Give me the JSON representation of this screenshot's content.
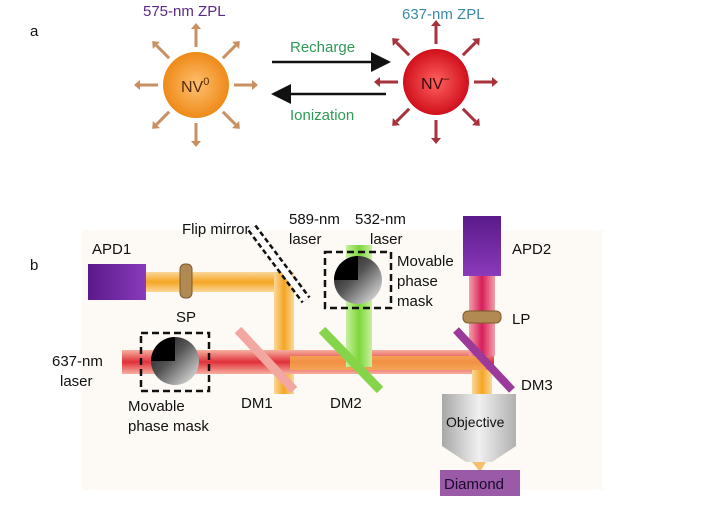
{
  "panel_a": {
    "letter": "a",
    "nv0": {
      "label": "NV",
      "superscript": "0",
      "zpl": "575-nm ZPL",
      "color": "#f0901e",
      "zpl_color": "#5a2a86"
    },
    "nvminus": {
      "label": "NV",
      "superscript": "–",
      "zpl": "637-nm ZPL",
      "color": "#e02030",
      "zpl_color": "#3a8aa8"
    },
    "arrow_forward": "Recharge",
    "arrow_backward": "Ionization",
    "arrow_text_color": "#2e9a55"
  },
  "panel_b": {
    "letter": "b",
    "labels": {
      "apd1": "APD1",
      "apd2": "APD2",
      "flip_mirror": "Flip mirror",
      "laser589_l1": "589-nm",
      "laser589_l2": "laser",
      "laser532_l1": "532-nm",
      "laser532_l2": "laser",
      "mask_top_l1": "Movable",
      "mask_top_l2": "phase",
      "mask_top_l3": "mask",
      "sp": "SP",
      "lp": "LP",
      "laser637_l1": "637-nm",
      "laser637_l2": "laser",
      "mask_bottom_l1": "Movable",
      "mask_bottom_l2": "phase mask",
      "dm1": "DM1",
      "dm2": "DM2",
      "dm3": "DM3",
      "objective": "Objective",
      "diamond": "Diamond"
    },
    "colors": {
      "apd": "#6a2a9a",
      "beam_orange": "#f5a623",
      "beam_red": "#e0303a",
      "beam_green": "#7ed63a",
      "diamond": "#9b5aa8"
    }
  }
}
